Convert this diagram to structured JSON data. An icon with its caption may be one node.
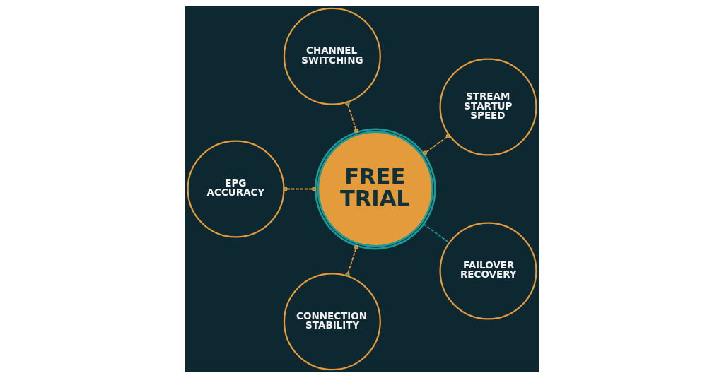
{
  "diagram": {
    "nodes": [
      {
        "text": [
          "STREAM STARTUP SPEED"
        ]
      },
      {
        "text": [
          "CHANNEL SWITCHING"
        ]
      },
      {
        "text": [
          "FREE TRIAL"
        ]
      },
      {
        "text": [
          "EPG ACCURACY"
        ]
      },
      {
        "text": [
          "CONNECTION STABILITY"
        ]
      },
      {
        "text": [
          "FAILOVER RECOVERY"
        ]
      }
    ],
    "edges": [
      {
        "from": 2,
        "to": 0,
        "arrow": "other"
      },
      {
        "from": 2,
        "to": 1,
        "arrow": "other"
      },
      {
        "from": 2,
        "to": 3,
        "arrow": "other"
      },
      {
        "from": 2,
        "to": 4,
        "arrow": "other"
      },
      {
        "from": 2,
        "to": 5,
        "arrow": "none",
        "color": "#1a9a96"
      }
    ]
  }
}
